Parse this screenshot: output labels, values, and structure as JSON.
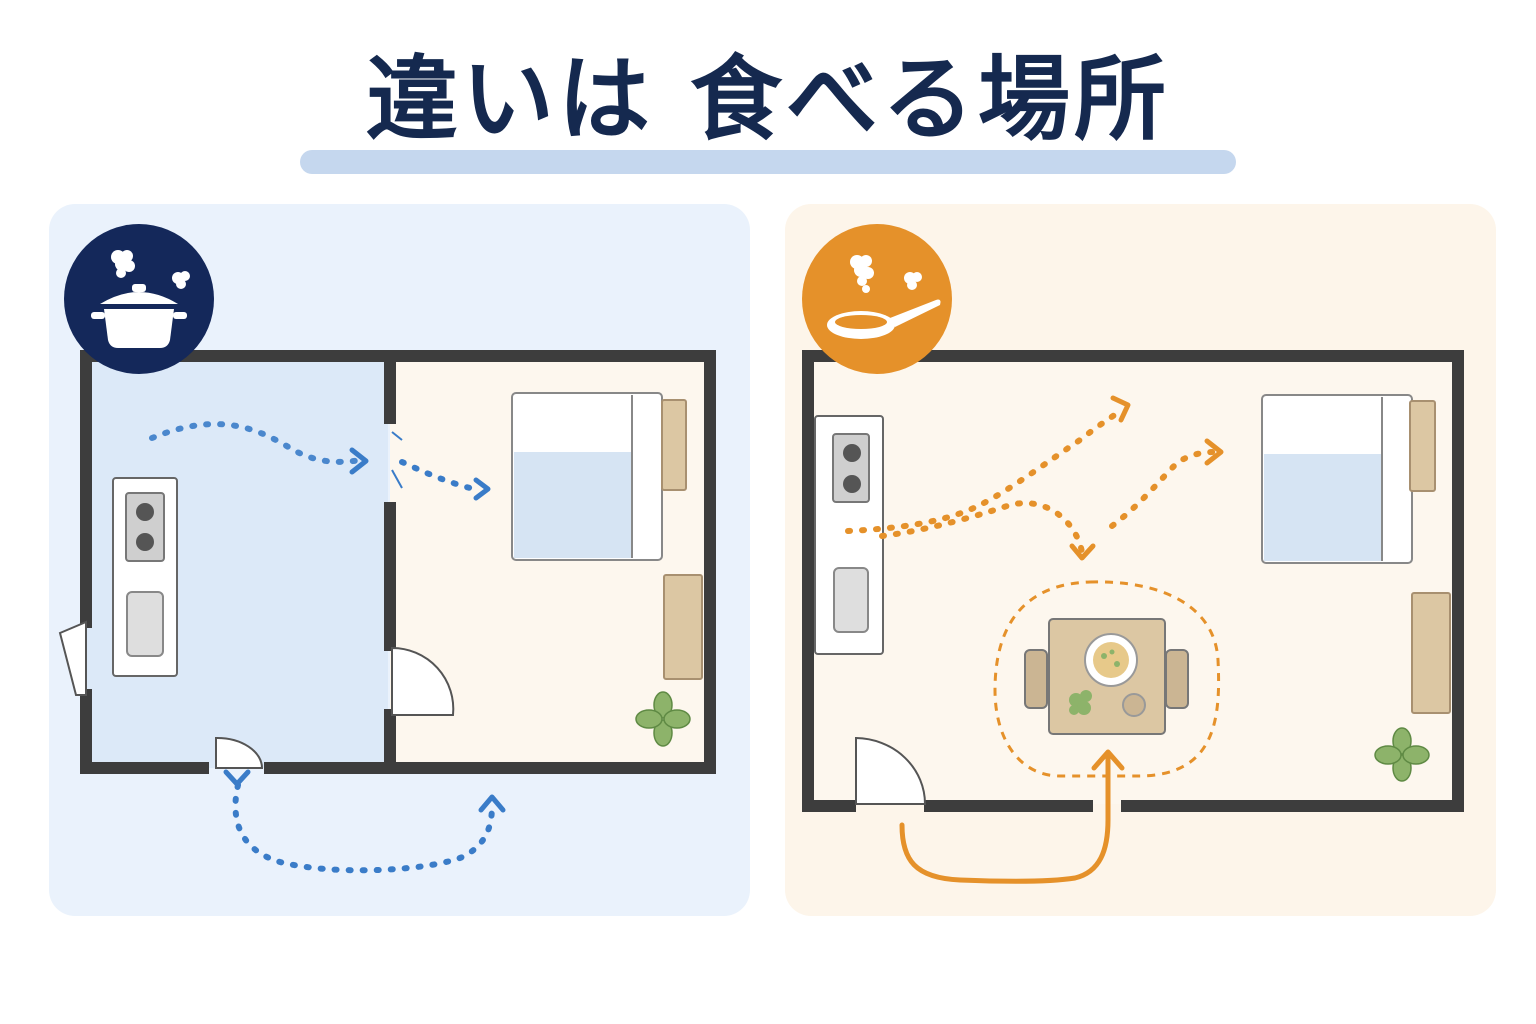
{
  "title": "違いは 食べる場所",
  "colors": {
    "title": "#15294f",
    "underline": "#c5d7ee",
    "left_panel_bg": "#eaf2fc",
    "right_panel_bg": "#fdf5ea",
    "left_accent": "#14285a",
    "left_path": "#3a7cc8",
    "right_accent": "#e5912a",
    "right_path": "#e5912a",
    "wall": "#3d3d3d",
    "bed_sheet": "#d6e4f3",
    "wood": "#dcc7a3",
    "plant": "#8db36a"
  },
  "left_panel": {
    "badge_icon": "steaming-pot-icon",
    "layout": "kitchen-separated-from-bedroom"
  },
  "right_panel": {
    "badge_icon": "steaming-frying-pan-icon",
    "layout": "open-room-with-dining-table"
  }
}
